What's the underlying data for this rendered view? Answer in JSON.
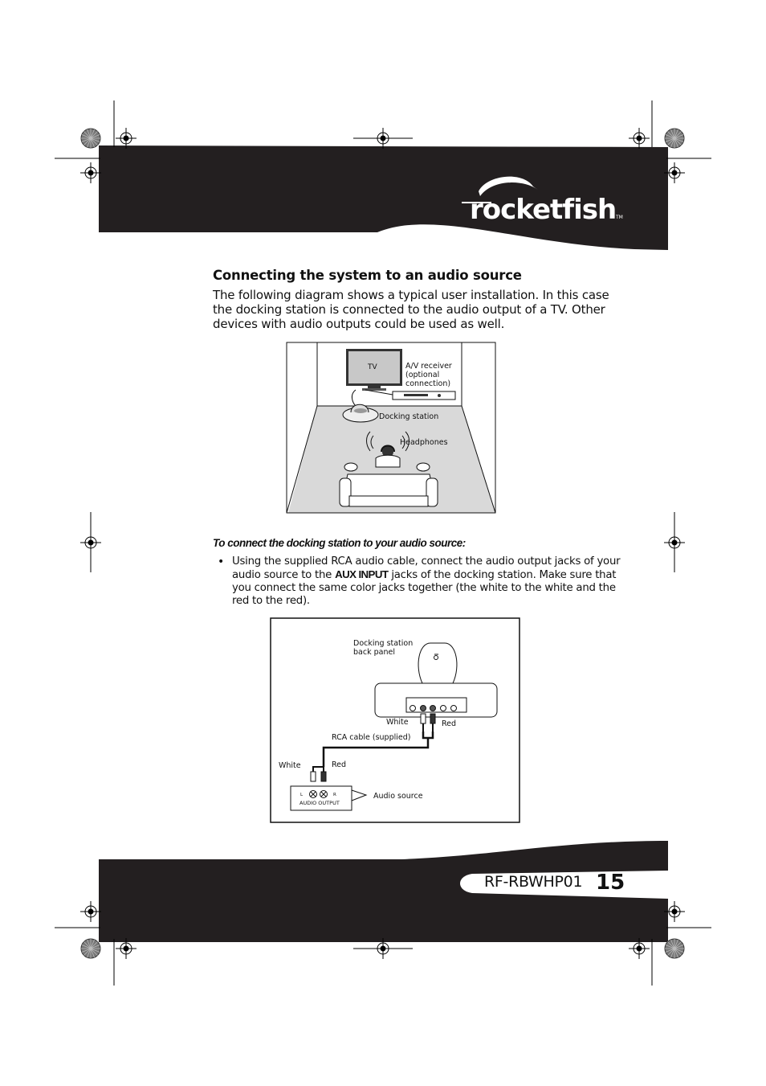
{
  "brand": {
    "logo_text": "rocketfish",
    "trademark": "TM"
  },
  "section": {
    "heading": "Connecting the system to an audio source",
    "intro": "The following diagram shows a typical user installation. In this case the docking station is connected to the audio output of a TV. Other devices with audio outputs could be used as well."
  },
  "room_diagram": {
    "tv_label": "TV",
    "av_receiver_label": "A/V receiver",
    "av_receiver_note_1": "(optional",
    "av_receiver_note_2": "connection)",
    "docking_station_label": "Docking station",
    "headphones_label": "Headphones"
  },
  "instructions": {
    "subheading": "To connect the docking station to your audio source:",
    "bullet": "•",
    "step_before": "Using the supplied RCA audio cable, connect the audio output jacks of your audio source to the ",
    "step_keyword": "AUX INPUT",
    "step_after": " jacks of the docking station. Make sure that you connect the same color jacks together (the white to the white and the red to the red)."
  },
  "connection_diagram": {
    "back_panel_line_1": "Docking station",
    "back_panel_line_2": "back panel",
    "white_top": "White",
    "red_top": "Red",
    "rca_cable": "RCA cable (supplied)",
    "white_bottom": "White",
    "red_bottom": "Red",
    "left_jack": "L",
    "right_jack": "R",
    "audio_output": "AUDIO OUTPUT",
    "audio_source": "Audio source"
  },
  "footer": {
    "model": "RF-RBWHP01",
    "page_number": "15"
  },
  "colors": {
    "banner": "#231f20",
    "floor": "#d9d9d9",
    "rule": "#000000"
  }
}
